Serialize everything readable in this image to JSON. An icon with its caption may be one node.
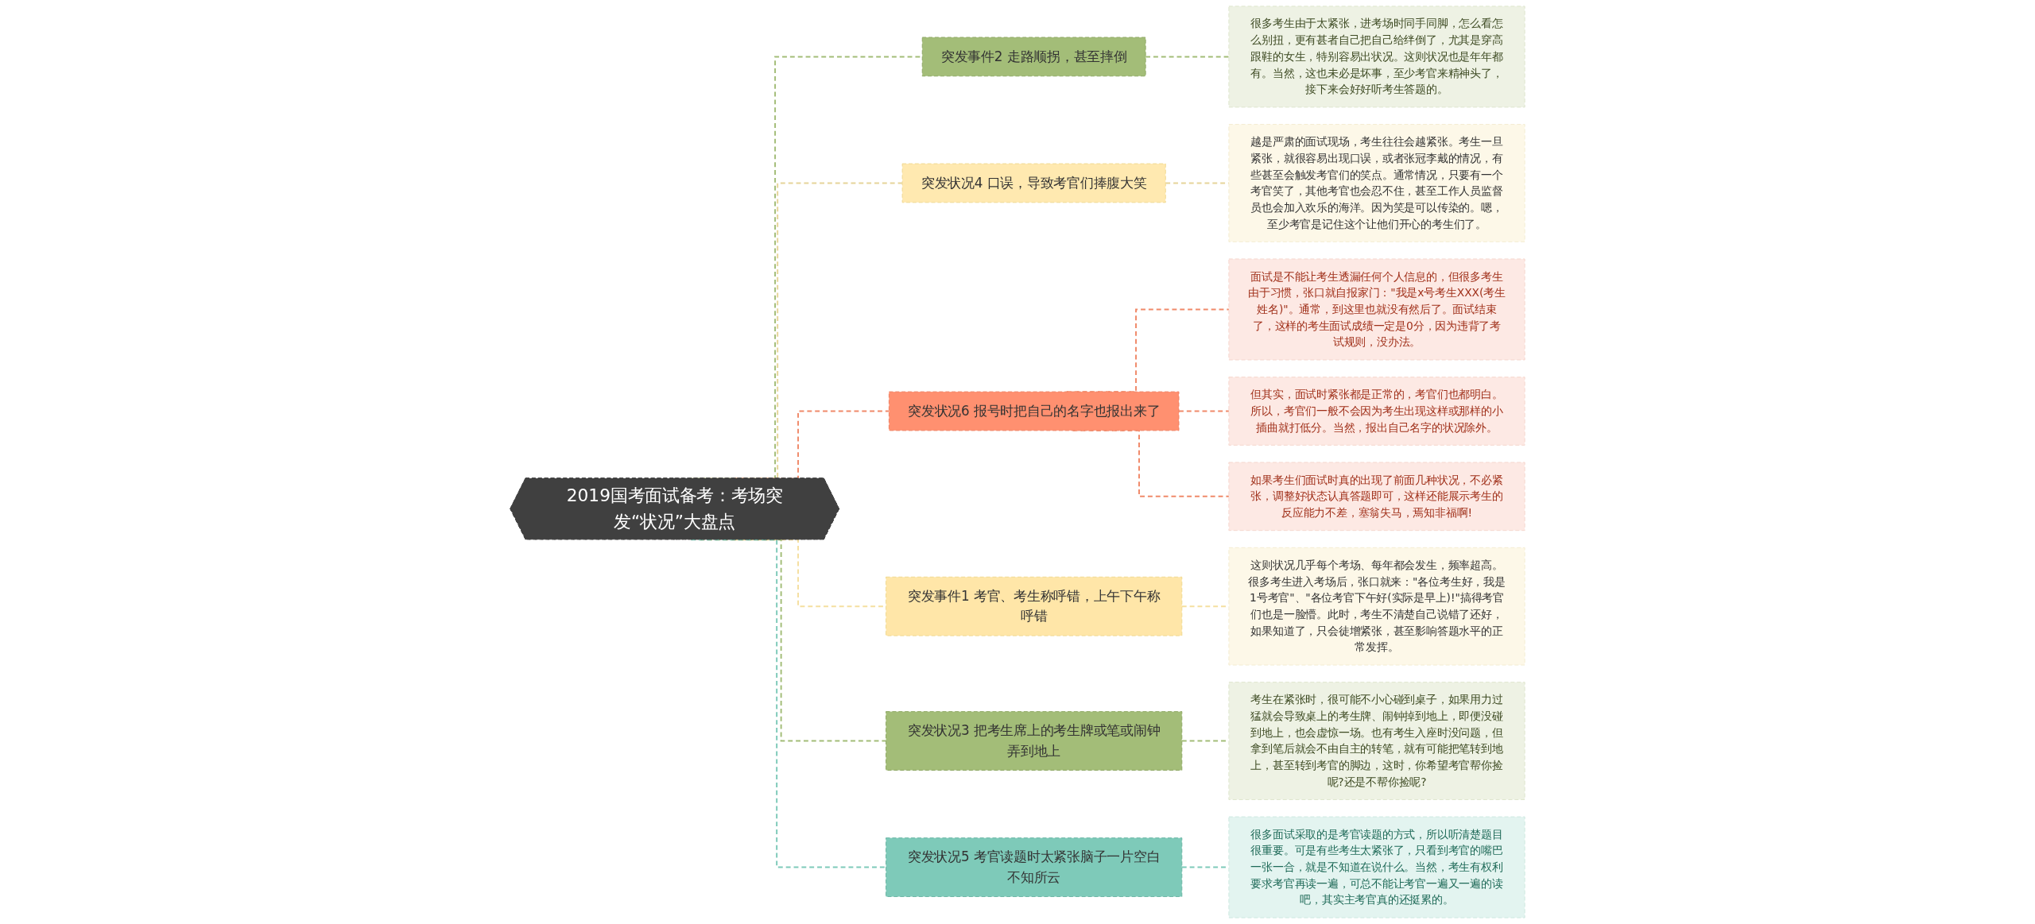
{
  "diagram": {
    "nodes": [
      {
        "text": [
          "2019国考面试备考：考场突发“状况”大盘点"
        ]
      },
      {
        "text": [
          "突发事件2 走路顺拐，甚至摔倒"
        ]
      },
      {
        "text": [
          "很多考生由于太紧张，进考场时同手同脚，怎么看怎么别扭，更有甚者自己把自己给绊倒了，尤其是穿高跟鞋的女生，特别容易出状况。这则状况也是年年都有。当然，这也未必是坏事，至少考官来精神头了，接下来会好好听考生答题的。"
        ]
      },
      {
        "text": [
          "突发状况4 口误，导致考官们捧腹大笑"
        ]
      },
      {
        "text": [
          "越是严肃的面试现场，考生往往会越紧张。考生一旦紧张，就很容易出现口误，或者张冠李戴的情况，有些甚至会触发考官们的笑点。通常情况，只要有一个考官笑了，其他考官也会忍不住，甚至工作人员监督员也会加入欢乐的海洋。因为笑是可以传染的。嗯，至少考官是记住这个让他们开心的考生们了。"
        ]
      },
      {
        "text": [
          "突发状况6 报号时把自己的名字也报出来了"
        ]
      },
      {
        "text": [
          "面试是不能让考生透漏任何个人信息的，但很多考生由于习惯，张口就自报家门：\"我是x号考生XXX(考生姓名)\"。通常，到这里也就没有然后了。面试结束了，这样的考生面试成绩一定是0分，因为违背了考试规则，没办法。"
        ]
      },
      {
        "text": [
          "但其实，面试时紧张都是正常的，考官们也都明白。所以，考官们一般不会因为考生出现这样或那样的小插曲就打低分。当然，报出自己名字的状况除外。"
        ]
      },
      {
        "text": [
          "如果考生们面试时真的出现了前面几种状况，不必紧张，调整好状态认真答题即可，这样还能展示考生的反应能力不差，塞翁失马，焉知非福啊!"
        ]
      },
      {
        "text": [
          "突发事件1 考官、考生称呼错，上午下午称呼错"
        ]
      },
      {
        "text": [
          "这则状况几乎每个考场、每年都会发生，频率超高。很多考生进入考场后，张口就来：\"各位考生好，我是1号考官\"、\"各位考官下午好(实际是早上)!\"搞得考官们也是一脸懵。此时，考生不清楚自己说错了还好，如果知道了，只会徒增紧张，甚至影响答题水平的正常发挥。"
        ]
      },
      {
        "text": [
          "突发状况3 把考生席上的考生牌或笔或闹钟弄到地上"
        ]
      },
      {
        "text": [
          "考生在紧张时，很可能不小心碰到桌子，如果用力过猛就会导致桌上的考生牌、闹钟掉到地上，即便没碰到地上，也会虚惊一场。也有考生入座时没问题，但拿到笔后就会不由自主的转笔，就有可能把笔转到地上，甚至转到考官的脚边，这时，你希望考官帮你捡呢?还是不帮你捡呢?"
        ]
      },
      {
        "text": [
          "突发状况5 考官读题时太紧张脑子一片空白不知所云"
        ]
      },
      {
        "text": [
          "很多面试采取的是考官读题的方式，所以听清楚题目很重要。可是有些考生太紧张了，只看到考官的嘴巴一张一合，就是不知道在说什么。当然，考生有权利要求考官再读一遍，可总不能让考官一遍又一遍的读吧，其实主考官真的还挺累的。"
        ]
      }
    ],
    "edges": [
      {
        "from": 0,
        "to": 1,
        "arrow": "none",
        "style": "dashed",
        "color": "#a3bd78"
      },
      {
        "from": 1,
        "to": 2,
        "arrow": "none",
        "style": "dashed",
        "color": "#a3bd78"
      },
      {
        "from": 0,
        "to": 3,
        "arrow": "none",
        "style": "dashed",
        "color": "#e6d49a"
      },
      {
        "from": 3,
        "to": 4,
        "arrow": "none",
        "style": "dashed",
        "color": "#e6d49a"
      },
      {
        "from": 0,
        "to": 5,
        "arrow": "none",
        "style": "dashed",
        "color": "#f08a6a"
      },
      {
        "from": 5,
        "to": 6,
        "arrow": "none",
        "style": "dashed",
        "color": "#f08a6a"
      },
      {
        "from": 5,
        "to": 7,
        "arrow": "none",
        "style": "dashed",
        "color": "#f08a6a"
      },
      {
        "from": 5,
        "to": 8,
        "arrow": "none",
        "style": "dashed",
        "color": "#f08a6a"
      },
      {
        "from": 0,
        "to": 9,
        "arrow": "none",
        "style": "dashed",
        "color": "#f5dfa0"
      },
      {
        "from": 9,
        "to": 10,
        "arrow": "none",
        "style": "dashed",
        "color": "#f5dfa0"
      },
      {
        "from": 0,
        "to": 11,
        "arrow": "none",
        "style": "dashed",
        "color": "#a3bd78"
      },
      {
        "from": 11,
        "to": 12,
        "arrow": "none",
        "style": "dashed",
        "color": "#a3bd78"
      },
      {
        "from": 0,
        "to": 13,
        "arrow": "none",
        "style": "dashed",
        "color": "#7ecab9"
      },
      {
        "from": 13,
        "to": 14,
        "arrow": "none",
        "style": "dashed",
        "color": "#7ecab9"
      }
    ]
  }
}
